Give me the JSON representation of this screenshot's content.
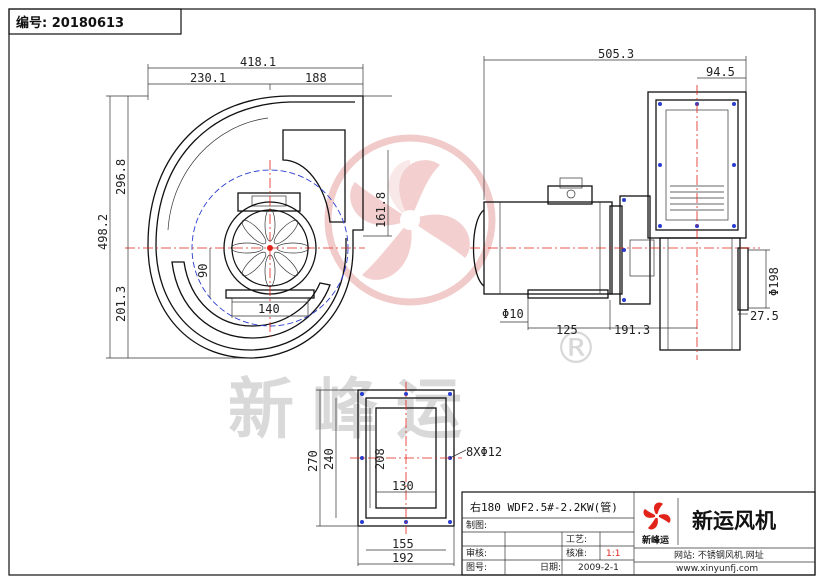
{
  "drawing_number": "编号: 20180613",
  "brand_watermark": "新峰运",
  "registered_mark": "®",
  "front_view": {
    "overall_width": "418.1",
    "left_width": "230.1",
    "right_width": "188",
    "overall_height": "498.2",
    "upper_height": "296.8",
    "lower_height": "201.3",
    "outlet_height": "161.8",
    "base_width": "140",
    "base_height": "90"
  },
  "side_view": {
    "overall_length": "505.3",
    "outlet_depth": "94.5",
    "shaft_diameter": "Φ10",
    "motor_offset": "125",
    "foot_length": "191.3",
    "inlet_diameter": "Φ198",
    "inlet_width": "27.5"
  },
  "flange_view": {
    "outer_height": "270",
    "mid_height": "240",
    "inner_height": "208",
    "holes": "8XΦ12",
    "inner_width": "130",
    "mid_width": "155",
    "outer_width": "192"
  },
  "title_block": {
    "model": "右180 WDF2.5#-2.2KW(管)",
    "company": "新运风机",
    "logo_text": "新峰运",
    "website_label": "网站: 不锈钢风机.网址",
    "website_url": "www.xinyunfj.com",
    "label_drawn": "制图:",
    "label_reviewed": "审核:",
    "label_process": "工艺:",
    "label_check": "核准:",
    "scale": "1:1",
    "label_drawn_num": "图号:",
    "label_date": "日期:",
    "date": "2009-2-1"
  }
}
